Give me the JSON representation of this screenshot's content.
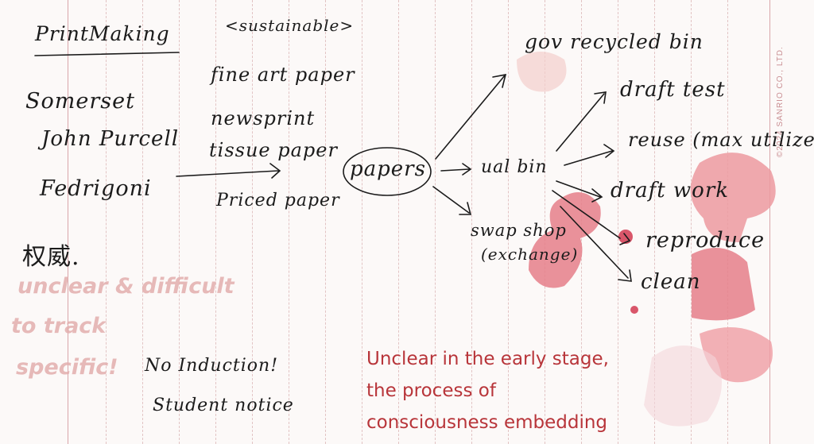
{
  "title": "PrintMaking",
  "sustainable_label": "<sustainable>",
  "suppliers": [
    "Somerset",
    "John Purcell",
    "Fedrigoni"
  ],
  "paper_types": [
    "fine art paper",
    "newsprint",
    "tissue paper",
    "Priced paper"
  ],
  "center_node": "papers",
  "destinations": {
    "gov": "gov recycled bin",
    "ual": "ual bin",
    "swap": [
      "swap shop",
      "(exchange)"
    ]
  },
  "ual_uses": [
    "draft test",
    "reuse (max utilize)",
    "draft work",
    "reproduce",
    "clean"
  ],
  "chinese_note": "权威.",
  "pink_note": [
    "unclear & difficult",
    "to track",
    "specific!"
  ],
  "bottom_notes": [
    "No Induction!",
    "Student notice"
  ],
  "annotation": [
    "Unclear in the early stage,",
    "the process of",
    "consciousness embedding"
  ],
  "watermark": "©2024 SANRIO CO., LTD.",
  "colors": {
    "annotation": "#b8353a",
    "ink": "#1b1b1b",
    "pink_ink": "#e3aeae",
    "blob": "#e57f8a"
  }
}
